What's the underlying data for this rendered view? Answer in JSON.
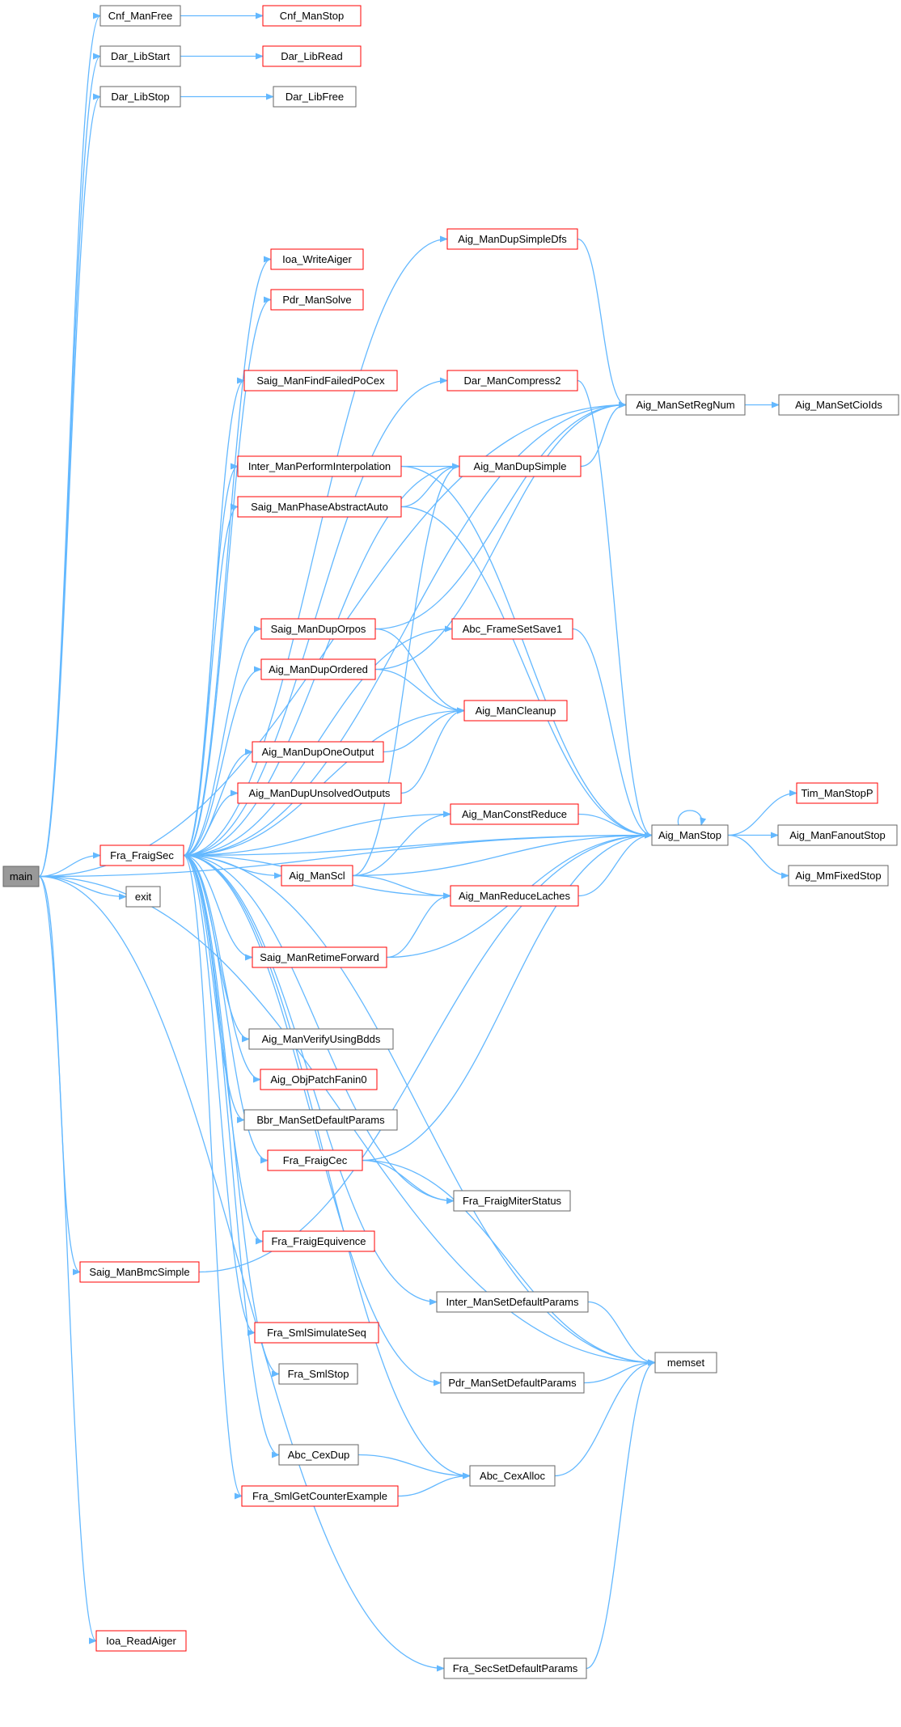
{
  "diagram": {
    "type": "call-graph",
    "nodes": [
      {
        "id": "main",
        "label": "main",
        "style": "root"
      },
      {
        "id": "cnf_manfree",
        "label": "Cnf_ManFree",
        "style": "plain"
      },
      {
        "id": "cnf_manstop",
        "label": "Cnf_ManStop",
        "style": "red"
      },
      {
        "id": "dar_libstart",
        "label": "Dar_LibStart",
        "style": "plain"
      },
      {
        "id": "dar_libread",
        "label": "Dar_LibRead",
        "style": "red"
      },
      {
        "id": "dar_libstop",
        "label": "Dar_LibStop",
        "style": "plain"
      },
      {
        "id": "dar_libfree",
        "label": "Dar_LibFree",
        "style": "plain"
      },
      {
        "id": "aig_mandupsimpledfs",
        "label": "Aig_ManDupSimpleDfs",
        "style": "red"
      },
      {
        "id": "ioa_writeaiger",
        "label": "Ioa_WriteAiger",
        "style": "red"
      },
      {
        "id": "pdr_mansolve",
        "label": "Pdr_ManSolve",
        "style": "red"
      },
      {
        "id": "saig_manfindfailedpocex",
        "label": "Saig_ManFindFailedPoCex",
        "style": "red"
      },
      {
        "id": "dar_mancompress2",
        "label": "Dar_ManCompress2",
        "style": "red"
      },
      {
        "id": "aig_mansetregnum",
        "label": "Aig_ManSetRegNum",
        "style": "plain"
      },
      {
        "id": "aig_mansetcioids",
        "label": "Aig_ManSetCioIds",
        "style": "plain"
      },
      {
        "id": "inter_manperforminterpolation",
        "label": "Inter_ManPerformInterpolation",
        "style": "red"
      },
      {
        "id": "aig_mandupsimple",
        "label": "Aig_ManDupSimple",
        "style": "red"
      },
      {
        "id": "saig_manphaseabstractauto",
        "label": "Saig_ManPhaseAbstractAuto",
        "style": "red"
      },
      {
        "id": "saig_manduporpos",
        "label": "Saig_ManDupOrpos",
        "style": "red"
      },
      {
        "id": "abc_framesetsave1",
        "label": "Abc_FrameSetSave1",
        "style": "red"
      },
      {
        "id": "aig_manduporderd",
        "label": "Aig_ManDupOrdered",
        "style": "red"
      },
      {
        "id": "aig_mancleanup",
        "label": "Aig_ManCleanup",
        "style": "red"
      },
      {
        "id": "aig_manduponeoutput",
        "label": "Aig_ManDupOneOutput",
        "style": "red"
      },
      {
        "id": "aig_mandupunsolvedoutputs",
        "label": "Aig_ManDupUnsolvedOutputs",
        "style": "red"
      },
      {
        "id": "aig_manconstreduce",
        "label": "Aig_ManConstReduce",
        "style": "red"
      },
      {
        "id": "aig_manstop",
        "label": "Aig_ManStop",
        "style": "plain"
      },
      {
        "id": "tim_manstopp",
        "label": "Tim_ManStopP",
        "style": "red"
      },
      {
        "id": "aig_manfanoutstop",
        "label": "Aig_ManFanoutStop",
        "style": "plain"
      },
      {
        "id": "aig_mmfixedstop",
        "label": "Aig_MmFixedStop",
        "style": "plain"
      },
      {
        "id": "fra_fraigsec",
        "label": "Fra_FraigSec",
        "style": "red"
      },
      {
        "id": "aig_manscl",
        "label": "Aig_ManScl",
        "style": "red"
      },
      {
        "id": "exit",
        "label": "exit",
        "style": "plain"
      },
      {
        "id": "aig_manreducelaches",
        "label": "Aig_ManReduceLaches",
        "style": "red"
      },
      {
        "id": "saig_manretimeforward",
        "label": "Saig_ManRetimeForward",
        "style": "red"
      },
      {
        "id": "aig_manverifyusingbdds",
        "label": "Aig_ManVerifyUsingBdds",
        "style": "plain"
      },
      {
        "id": "aig_objpatchfanin0",
        "label": "Aig_ObjPatchFanin0",
        "style": "red"
      },
      {
        "id": "bbr_mansetdefaultparams",
        "label": "Bbr_ManSetDefaultParams",
        "style": "plain"
      },
      {
        "id": "fra_fraigcec",
        "label": "Fra_FraigCec",
        "style": "red"
      },
      {
        "id": "fra_fraigmiterstatus",
        "label": "Fra_FraigMiterStatus",
        "style": "plain"
      },
      {
        "id": "fra_fraigequivence",
        "label": "Fra_FraigEquivence",
        "style": "red"
      },
      {
        "id": "saig_manbmcsimple",
        "label": "Saig_ManBmcSimple",
        "style": "red"
      },
      {
        "id": "inter_mansetdefaultparams",
        "label": "Inter_ManSetDefaultParams",
        "style": "plain"
      },
      {
        "id": "fra_smlsimulateseq",
        "label": "Fra_SmlSimulateSeq",
        "style": "red"
      },
      {
        "id": "memset",
        "label": "memset",
        "style": "plain"
      },
      {
        "id": "fra_smlstop",
        "label": "Fra_SmlStop",
        "style": "plain"
      },
      {
        "id": "pdr_mansetdefaultparams",
        "label": "Pdr_ManSetDefaultParams",
        "style": "plain"
      },
      {
        "id": "abc_cexdup",
        "label": "Abc_CexDup",
        "style": "plain"
      },
      {
        "id": "abc_cexalloc",
        "label": "Abc_CexAlloc",
        "style": "plain"
      },
      {
        "id": "fra_smlgetcounterexample",
        "label": "Fra_SmlGetCounterExample",
        "style": "red"
      },
      {
        "id": "ioa_readaiger",
        "label": "Ioa_ReadAiger",
        "style": "red"
      },
      {
        "id": "fra_secsetdefaultparams",
        "label": "Fra_SecSetDefaultParams",
        "style": "plain"
      }
    ],
    "edges": [
      [
        "main",
        "cnf_manfree"
      ],
      [
        "main",
        "dar_libstart"
      ],
      [
        "main",
        "dar_libstop"
      ],
      [
        "main",
        "aig_mansetregnum"
      ],
      [
        "main",
        "fra_fraigsec"
      ],
      [
        "main",
        "exit"
      ],
      [
        "main",
        "saig_manbmcsimple"
      ],
      [
        "main",
        "aig_manstop"
      ],
      [
        "main",
        "memset"
      ],
      [
        "main",
        "ioa_readaiger"
      ],
      [
        "main",
        "fra_secsetdefaultparams"
      ],
      [
        "cnf_manfree",
        "cnf_manstop"
      ],
      [
        "dar_libstart",
        "dar_libread"
      ],
      [
        "dar_libstop",
        "dar_libfree"
      ],
      [
        "aig_mandupsimpledfs",
        "aig_mansetregnum"
      ],
      [
        "dar_mancompress2",
        "aig_manstop"
      ],
      [
        "aig_mansetregnum",
        "aig_mansetcioids"
      ],
      [
        "inter_manperforminterpolation",
        "aig_mandupsimple"
      ],
      [
        "inter_manperforminterpolation",
        "aig_manstop"
      ],
      [
        "aig_mandupsimple",
        "aig_mansetregnum"
      ],
      [
        "saig_manphaseabstractauto",
        "aig_mandupsimple"
      ],
      [
        "saig_manphaseabstractauto",
        "aig_manstop"
      ],
      [
        "saig_manduporpos",
        "aig_mansetregnum"
      ],
      [
        "saig_manduporpos",
        "aig_mancleanup"
      ],
      [
        "abc_framesetsave1",
        "aig_manstop"
      ],
      [
        "aig_manduporderd",
        "aig_mancleanup"
      ],
      [
        "aig_manduporderd",
        "aig_mansetregnum"
      ],
      [
        "aig_manduponeoutput",
        "aig_mancleanup"
      ],
      [
        "aig_mandupunsolvedoutputs",
        "aig_mancleanup"
      ],
      [
        "aig_manconstreduce",
        "aig_manstop"
      ],
      [
        "aig_manstop",
        "aig_manstop"
      ],
      [
        "aig_manstop",
        "tim_manstopp"
      ],
      [
        "aig_manstop",
        "aig_manfanoutstop"
      ],
      [
        "aig_manstop",
        "aig_mmfixedstop"
      ],
      [
        "fra_fraigsec",
        "aig_mandupsimpledfs"
      ],
      [
        "fra_fraigsec",
        "ioa_writeaiger"
      ],
      [
        "fra_fraigsec",
        "pdr_mansolve"
      ],
      [
        "fra_fraigsec",
        "saig_manfindfailedpocex"
      ],
      [
        "fra_fraigsec",
        "dar_mancompress2"
      ],
      [
        "fra_fraigsec",
        "aig_mansetregnum"
      ],
      [
        "fra_fraigsec",
        "inter_manperforminterpolation"
      ],
      [
        "fra_fraigsec",
        "aig_mandupsimple"
      ],
      [
        "fra_fraigsec",
        "saig_manphaseabstractauto"
      ],
      [
        "fra_fraigsec",
        "saig_manduporpos"
      ],
      [
        "fra_fraigsec",
        "abc_framesetsave1"
      ],
      [
        "fra_fraigsec",
        "aig_manduporderd"
      ],
      [
        "fra_fraigsec",
        "aig_mancleanup"
      ],
      [
        "fra_fraigsec",
        "aig_manduponeoutput"
      ],
      [
        "fra_fraigsec",
        "aig_mandupunsolvedoutputs"
      ],
      [
        "fra_fraigsec",
        "aig_manconstreduce"
      ],
      [
        "fra_fraigsec",
        "aig_manstop"
      ],
      [
        "fra_fraigsec",
        "aig_manscl"
      ],
      [
        "fra_fraigsec",
        "aig_manreducelaches"
      ],
      [
        "fra_fraigsec",
        "saig_manretimeforward"
      ],
      [
        "fra_fraigsec",
        "aig_manverifyusingbdds"
      ],
      [
        "fra_fraigsec",
        "aig_objpatchfanin0"
      ],
      [
        "fra_fraigsec",
        "bbr_mansetdefaultparams"
      ],
      [
        "fra_fraigsec",
        "fra_fraigcec"
      ],
      [
        "fra_fraigsec",
        "fra_fraigmiterstatus"
      ],
      [
        "fra_fraigsec",
        "fra_fraigequivence"
      ],
      [
        "fra_fraigsec",
        "inter_mansetdefaultparams"
      ],
      [
        "fra_fraigsec",
        "fra_smlsimulateseq"
      ],
      [
        "fra_fraigsec",
        "memset"
      ],
      [
        "fra_fraigsec",
        "fra_smlstop"
      ],
      [
        "fra_fraigsec",
        "pdr_mansetdefaultparams"
      ],
      [
        "fra_fraigsec",
        "abc_cexdup"
      ],
      [
        "fra_fraigsec",
        "abc_cexalloc"
      ],
      [
        "fra_fraigsec",
        "fra_smlgetcounterexample"
      ],
      [
        "aig_manscl",
        "aig_mandupsimple"
      ],
      [
        "aig_manscl",
        "aig_manconstreduce"
      ],
      [
        "aig_manscl",
        "aig_manreducelaches"
      ],
      [
        "aig_manscl",
        "aig_manstop"
      ],
      [
        "aig_manreducelaches",
        "aig_manstop"
      ],
      [
        "saig_manretimeforward",
        "aig_manreducelaches"
      ],
      [
        "saig_manretimeforward",
        "aig_manstop"
      ],
      [
        "fra_fraigcec",
        "aig_manstop"
      ],
      [
        "fra_fraigcec",
        "fra_fraigmiterstatus"
      ],
      [
        "fra_fraigcec",
        "memset"
      ],
      [
        "saig_manbmcsimple",
        "aig_manstop"
      ],
      [
        "inter_mansetdefaultparams",
        "memset"
      ],
      [
        "pdr_mansetdefaultparams",
        "memset"
      ],
      [
        "abc_cexdup",
        "abc_cexalloc"
      ],
      [
        "abc_cexalloc",
        "memset"
      ],
      [
        "fra_smlgetcounterexample",
        "abc_cexalloc"
      ],
      [
        "fra_secsetdefaultparams",
        "memset"
      ]
    ]
  }
}
